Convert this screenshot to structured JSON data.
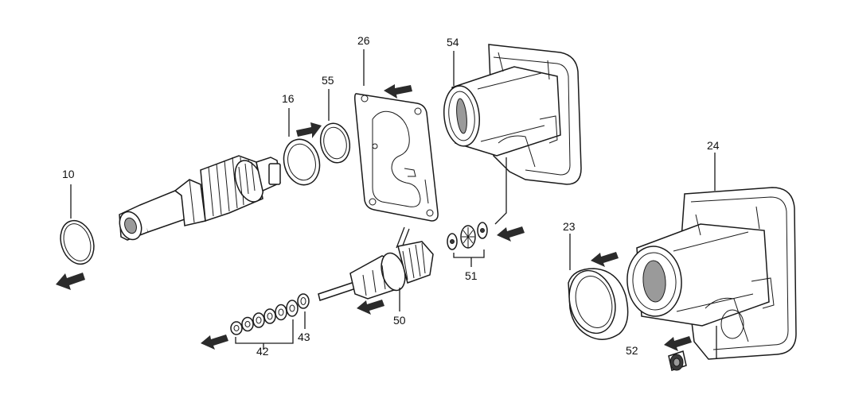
{
  "labels": {
    "p10": "10",
    "p16": "16",
    "p55": "55",
    "p26": "26",
    "p54": "54",
    "p24": "24",
    "p23": "23",
    "p51": "51",
    "p50": "50",
    "p43": "43",
    "p42": "42",
    "p52": "52"
  }
}
